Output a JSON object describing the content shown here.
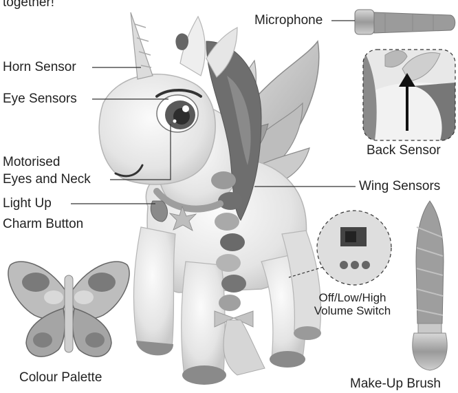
{
  "intro_fragment": "together!",
  "labels": {
    "microphone": "Microphone",
    "horn_sensor": "Horn Sensor",
    "eye_sensors": "Eye Sensors",
    "motorised_line1": "Motorised",
    "motorised_line2": "Eyes and Neck",
    "wing_sensors": "Wing Sensors",
    "back_sensor": "Back Sensor",
    "light_up_line1": "Light Up",
    "light_up_line2": "Charm Button",
    "volume_line1": "Off/Low/High",
    "volume_line2": "Volume Switch",
    "colour_palette": "Colour Palette",
    "makeup_brush": "Make-Up Brush"
  },
  "colors": {
    "text": "#222222",
    "line": "#333333",
    "body_light": "#e8e8e8",
    "mane_dark": "#6e6e6e",
    "wing": "#c8c8c8",
    "metal": "#a8a8a8"
  }
}
